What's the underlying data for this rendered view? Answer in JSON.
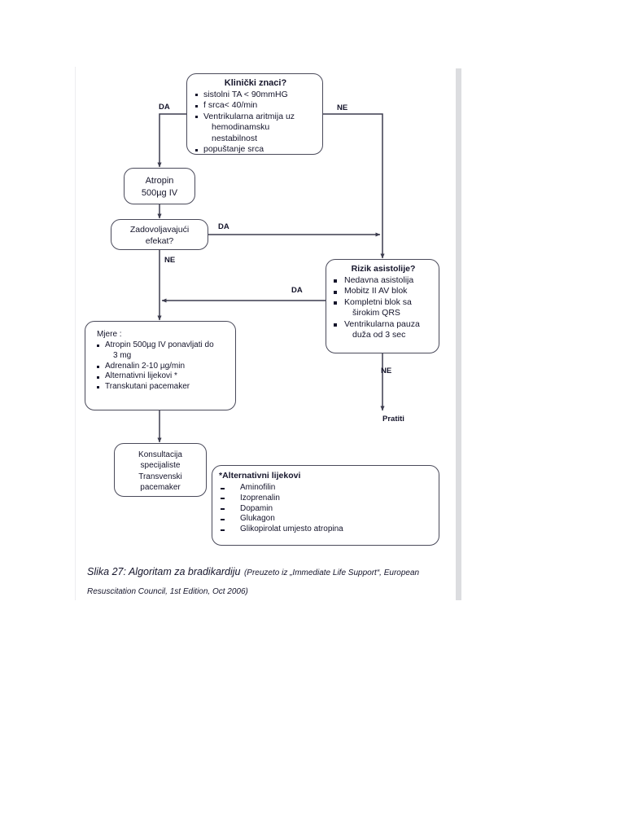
{
  "figure": {
    "caption_main": "Slika 27: Algoritam za bradikardiju",
    "caption_source": "(Preuzeto iz „Immediate Life Support“, European Resuscitation Council,  1st Edition, Oct 2006)"
  },
  "nodes": {
    "clinical": {
      "title": "Klinički znaci?",
      "items": [
        "sistolni TA < 90mmHG",
        "f srca< 40/min",
        "Ventrikularna aritmija uz",
        "popuštanje srca"
      ],
      "item3_continuation": "hemodinamsku nestabilnost"
    },
    "atropin": {
      "line1": "Atropin",
      "line2": "500µg IV"
    },
    "effect": {
      "line1": "Zadovoljavajući",
      "line2": "efekat?"
    },
    "asystole": {
      "title": "Rizik asistolije?",
      "items": [
        "Nedavna asistolija",
        "Mobitz II AV blok",
        "Kompletni blok sa",
        "Ventrikularna pauza"
      ],
      "item3_continuation": "širokim QRS",
      "item4_continuation": "duža od 3 sec"
    },
    "measures": {
      "lead": "Mjere :",
      "items": [
        "Atropin 500µg IV ponavljati do",
        "Adrenalin 2-10 µg/min",
        "Alternativni lijekovi *",
        "Transkutani pacemaker"
      ],
      "item1_continuation": "3 mg"
    },
    "consult": {
      "line1": "Konsultacija",
      "line2": "specijaliste",
      "line3": "Transvenski",
      "line4": "pacemaker"
    },
    "altdrugs": {
      "title": "*Alternativni lijekovi",
      "items": [
        "Aminofilin",
        "Izoprenalin",
        "Dopamin",
        "Glukagon",
        "Glikopirolat umjesto atropina"
      ]
    }
  },
  "edges": {
    "da_top": "DA",
    "ne_top": "NE",
    "da_effect": "DA",
    "ne_effect": "NE",
    "da_back": "DA",
    "ne_asystole": "NE"
  },
  "terminals": {
    "pratiti": "Pratiti"
  },
  "colors": {
    "page_background": "#ffffff",
    "box_border": "#4a4a5a",
    "text": "#15152b",
    "connector": "#3c3c4e",
    "scan_edge": "#dcdde0"
  }
}
